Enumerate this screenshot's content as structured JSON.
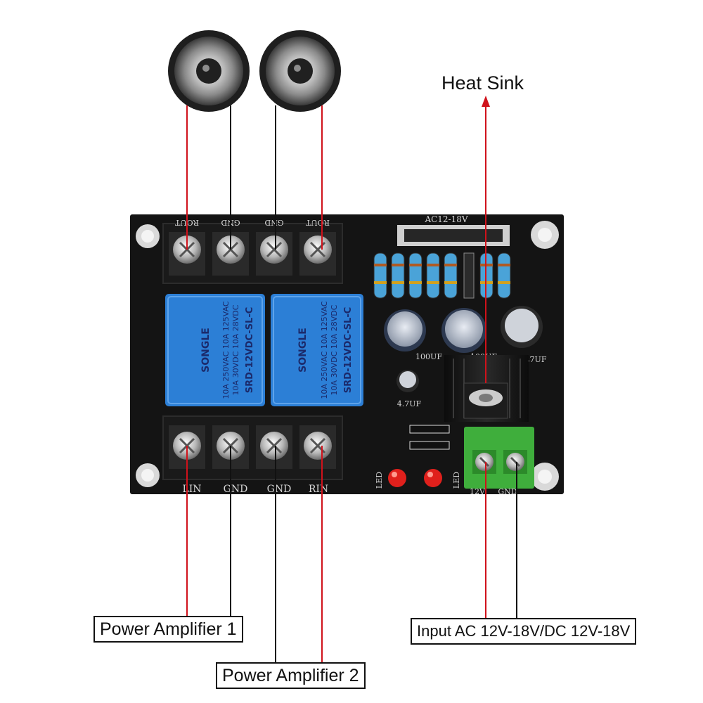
{
  "callouts": {
    "heat_sink": "Heat Sink",
    "power_amp_1": "Power Amplifier 1",
    "power_amp_2": "Power Amplifier 2",
    "input": "Input AC 12V-18V/DC 12V-18V"
  },
  "board": {
    "top_terminal_labels": [
      "ROUT",
      "GND",
      "GND",
      "ROUT"
    ],
    "bottom_terminal_labels": [
      "LIN",
      "GND",
      "GND",
      "RIN"
    ],
    "supply_label": "AC12-18V",
    "cap_labels": [
      "100UF",
      "100UF",
      "47UF",
      "4.7UF"
    ],
    "led_labels": [
      "LED",
      "LED"
    ],
    "input_terminal_labels": [
      "12V",
      "GND"
    ]
  },
  "relays": [
    {
      "brand": "SONGLE",
      "model": "SRD-12VDC-SL-C",
      "rating_1": "10A 250VAC  10A 125VAC",
      "rating_2": "10A 30VDC   10A 28VDC"
    },
    {
      "brand": "SONGLE",
      "model": "SRD-12VDC-SL-C",
      "rating_1": "10A 250VAC  10A 125VAC",
      "rating_2": "10A 30VDC   10A 28VDC"
    }
  ],
  "colors": {
    "wire_red": "#d0121b",
    "wire_black": "#111111",
    "pcb": "#141414",
    "relay_blue": "#2c7fd6",
    "terminal_green": "#3fae3c",
    "led_red": "#e0201c"
  }
}
